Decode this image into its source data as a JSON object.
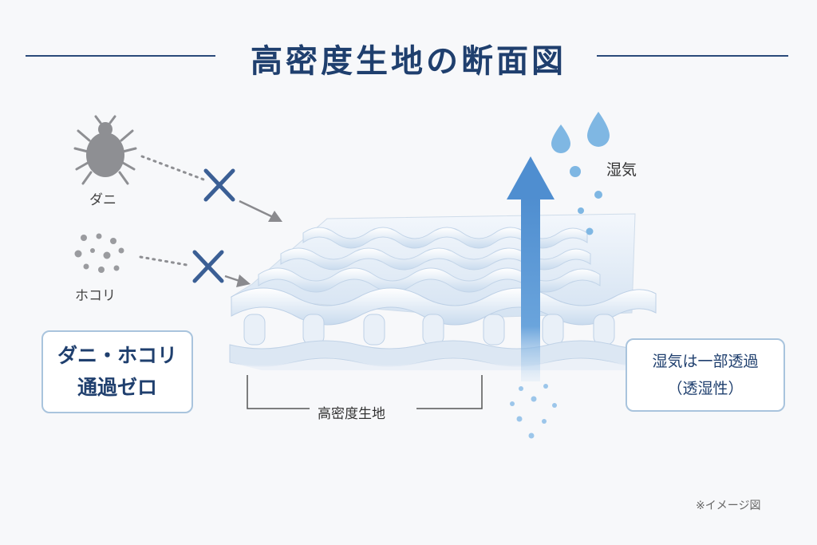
{
  "title": "高密度生地の断面図",
  "labels": {
    "mite": "ダニ",
    "dust": "ホコリ",
    "moisture": "湿気",
    "fabric": "高密度生地",
    "note": "※イメージ図"
  },
  "left_box": {
    "line1": "ダニ・ホコリ",
    "line2": "通過ゼロ"
  },
  "right_box": {
    "line1": "湿気は一部透過",
    "line2": "（透湿性）"
  },
  "colors": {
    "title": "#1f3f6e",
    "cross": "#3b5f95",
    "arrow": "#4f8ed0",
    "droplet": "#7fb7e3",
    "fabric": "#e3edf8"
  }
}
